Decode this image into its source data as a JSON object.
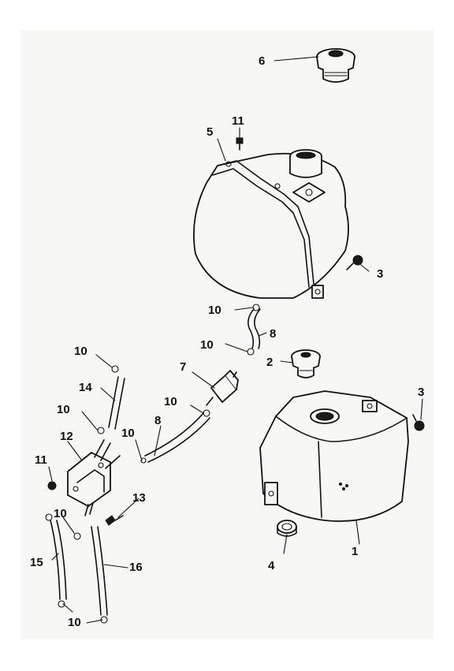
{
  "callouts": [
    {
      "id": "1",
      "text": "1"
    },
    {
      "id": "2",
      "text": "2"
    },
    {
      "id": "3a",
      "text": "3"
    },
    {
      "id": "3b",
      "text": "3"
    },
    {
      "id": "4",
      "text": "4"
    },
    {
      "id": "5",
      "text": "5"
    },
    {
      "id": "6",
      "text": "6"
    },
    {
      "id": "7",
      "text": "7"
    },
    {
      "id": "8a",
      "text": "8"
    },
    {
      "id": "8b",
      "text": "8"
    },
    {
      "id": "10a",
      "text": "10"
    },
    {
      "id": "10b",
      "text": "10"
    },
    {
      "id": "10c",
      "text": "10"
    },
    {
      "id": "10d",
      "text": "10"
    },
    {
      "id": "10e",
      "text": "10"
    },
    {
      "id": "10f",
      "text": "10"
    },
    {
      "id": "10g",
      "text": "10"
    },
    {
      "id": "10h",
      "text": "10"
    },
    {
      "id": "11a",
      "text": "11"
    },
    {
      "id": "11b",
      "text": "11"
    },
    {
      "id": "12",
      "text": "12"
    },
    {
      "id": "13",
      "text": "13"
    },
    {
      "id": "14",
      "text": "14"
    },
    {
      "id": "15",
      "text": "15"
    },
    {
      "id": "16",
      "text": "16"
    }
  ]
}
